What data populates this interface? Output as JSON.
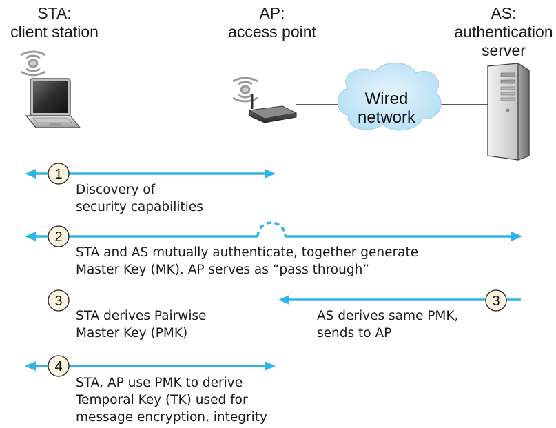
{
  "entities": {
    "sta": {
      "abbr": "STA:",
      "name": "client station"
    },
    "ap": {
      "abbr": "AP:",
      "name": "access point"
    },
    "as": {
      "abbr": "AS:",
      "name1": "authentication",
      "name2": "server"
    }
  },
  "cloud": {
    "line1": "Wired",
    "line2": "network"
  },
  "steps": [
    {
      "num": "1",
      "lines": [
        "Discovery of",
        "security capabilities"
      ]
    },
    {
      "num": "2",
      "lines": [
        "STA and AS mutually authenticate, together generate",
        "Master Key (MK). AP serves as “pass through”"
      ]
    },
    {
      "num": "3",
      "sta_lines": [
        "STA derives Pairwise",
        "Master Key (PMK)"
      ],
      "as_lines": [
        "AS derives same PMK,",
        "sends to AP"
      ]
    },
    {
      "num": "4",
      "lines": [
        "STA, AP use PMK to derive",
        "Temporal Key (TK) used for",
        "message encryption, integrity"
      ]
    }
  ],
  "colors": {
    "arrow": "#2eb5e6",
    "circle_fill": "#fdf3dd",
    "cloud": "#c9e8f8"
  }
}
